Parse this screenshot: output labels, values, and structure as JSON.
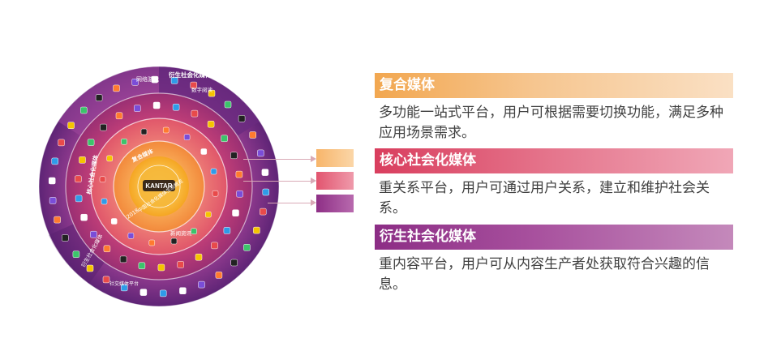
{
  "wheel": {
    "center_label": "KANTAR",
    "ring_labels": {
      "outer_top_left": "网络游戏",
      "outer_top_right": "衍生社会化媒体",
      "outer_sub_right": "数字阅读",
      "core_left": "核心社会化媒体",
      "derived_bottom_left": "衍生社会化媒体",
      "inner_top": "复合媒体",
      "inner_arc": "中国社会化媒体生态概览",
      "year": "2018",
      "inner_bottom": "新闻资讯",
      "bottom_small": "社交媒体平台"
    },
    "colors": {
      "outer_ring": "#7b2d86",
      "mid_ring": "#b2346e",
      "core_ring": "#e25a56",
      "inner_ring": "#f08a3c",
      "center": "#f9c43a"
    }
  },
  "categories": [
    {
      "title": "复合媒体",
      "description": "多功能一站式平台，用户可根据需要切换功能，满足多种应用场景需求。",
      "color": "#f2a750"
    },
    {
      "title": "核心社会化媒体",
      "description": "重关系平台，用户可通过用户关系，建立和维护社会关系。",
      "color": "#d93e5e"
    },
    {
      "title": "衍生社会化媒体",
      "description": "重内容平台，用户可从内容生产者处获取符合兴趣的信息。",
      "color": "#8c2d85"
    }
  ]
}
